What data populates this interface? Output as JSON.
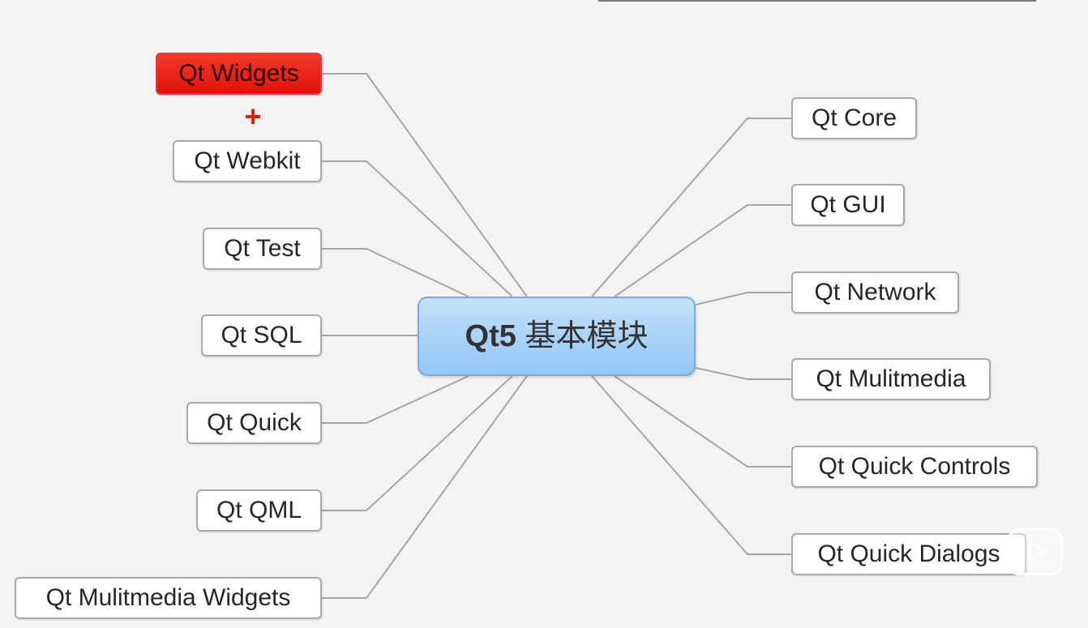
{
  "diagram": {
    "center": {
      "prefix": "Qt5",
      "suffix": " 基本模块"
    },
    "left_nodes": [
      {
        "label": "Qt Widgets",
        "highlighted": true
      },
      {
        "label": "Qt Webkit"
      },
      {
        "label": "Qt Test"
      },
      {
        "label": "Qt SQL"
      },
      {
        "label": "Qt Quick"
      },
      {
        "label": "Qt QML"
      },
      {
        "label": "Qt Mulitmedia Widgets"
      }
    ],
    "right_nodes": [
      {
        "label": "Qt Core"
      },
      {
        "label": "Qt GUI"
      },
      {
        "label": "Qt Network"
      },
      {
        "label": "Qt Mulitmedia"
      },
      {
        "label": "Qt Quick Controls"
      },
      {
        "label": "Qt Quick Dialogs"
      }
    ],
    "plus_marker": "+"
  },
  "overlay": {
    "icon": "play-icon"
  },
  "colors": {
    "highlight": "#e8190c",
    "center_fill": "#a9d2f8",
    "connector": "#a6a6a6"
  }
}
